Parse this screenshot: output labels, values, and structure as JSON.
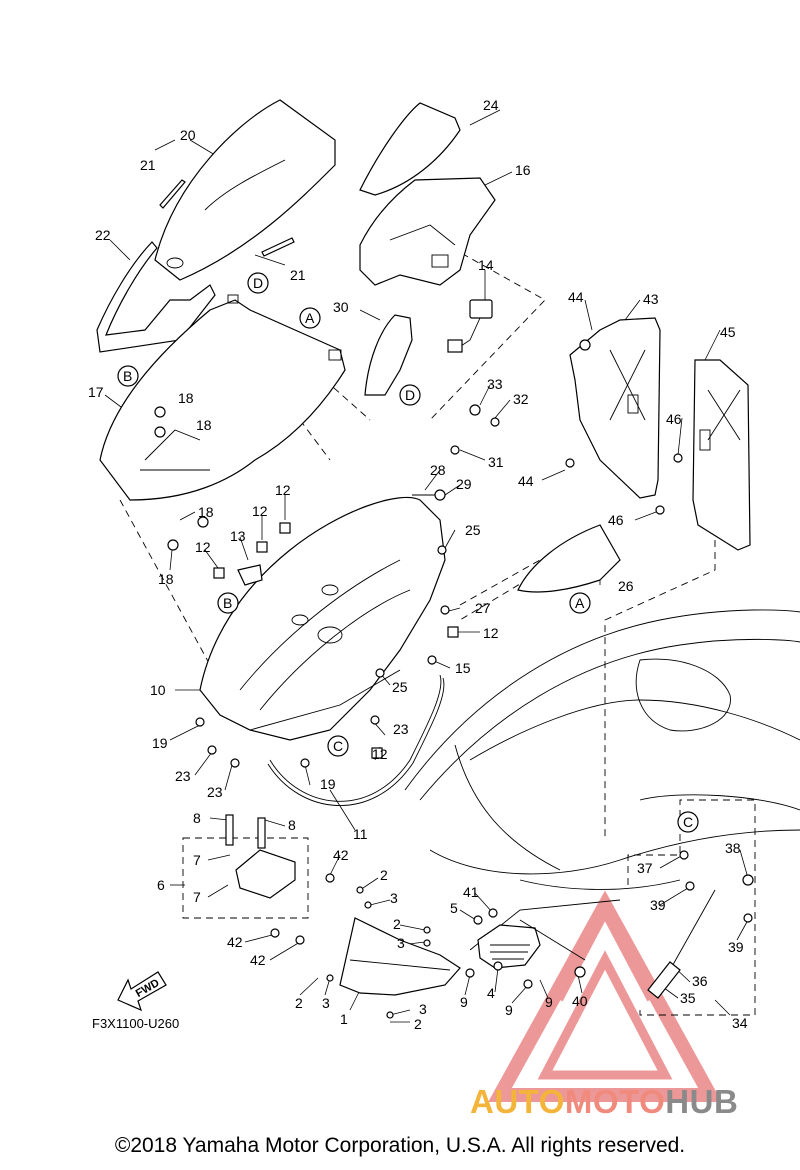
{
  "diagram": {
    "callouts": [
      {
        "id": "c20",
        "label": "20"
      },
      {
        "id": "c21a",
        "label": "21"
      },
      {
        "id": "c21b",
        "label": "21"
      },
      {
        "id": "c22",
        "label": "22"
      },
      {
        "id": "c24",
        "label": "24"
      },
      {
        "id": "c16",
        "label": "16"
      },
      {
        "id": "c14",
        "label": "14"
      },
      {
        "id": "c30",
        "label": "30"
      },
      {
        "id": "c17",
        "label": "17"
      },
      {
        "id": "c18a",
        "label": "18"
      },
      {
        "id": "c18b",
        "label": "18"
      },
      {
        "id": "c18c",
        "label": "18"
      },
      {
        "id": "c18d",
        "label": "18"
      },
      {
        "id": "c33",
        "label": "33"
      },
      {
        "id": "c32",
        "label": "32"
      },
      {
        "id": "c31",
        "label": "31"
      },
      {
        "id": "c28",
        "label": "28"
      },
      {
        "id": "c29",
        "label": "29"
      },
      {
        "id": "c44a",
        "label": "44"
      },
      {
        "id": "c44b",
        "label": "44"
      },
      {
        "id": "c43",
        "label": "43"
      },
      {
        "id": "c45",
        "label": "45"
      },
      {
        "id": "c46a",
        "label": "46"
      },
      {
        "id": "c46b",
        "label": "46"
      },
      {
        "id": "c12a",
        "label": "12"
      },
      {
        "id": "c12b",
        "label": "12"
      },
      {
        "id": "c12c",
        "label": "12"
      },
      {
        "id": "c12d",
        "label": "12"
      },
      {
        "id": "c12e",
        "label": "12"
      },
      {
        "id": "c13",
        "label": "13"
      },
      {
        "id": "c25a",
        "label": "25"
      },
      {
        "id": "c25b",
        "label": "25"
      },
      {
        "id": "c26",
        "label": "26"
      },
      {
        "id": "c27",
        "label": "27"
      },
      {
        "id": "c15",
        "label": "15"
      },
      {
        "id": "c10",
        "label": "10"
      },
      {
        "id": "c19a",
        "label": "19"
      },
      {
        "id": "c19b",
        "label": "19"
      },
      {
        "id": "c23a",
        "label": "23"
      },
      {
        "id": "c23b",
        "label": "23"
      },
      {
        "id": "c23c",
        "label": "23"
      },
      {
        "id": "c11",
        "label": "11"
      },
      {
        "id": "c8a",
        "label": "8"
      },
      {
        "id": "c8b",
        "label": "8"
      },
      {
        "id": "c7a",
        "label": "7"
      },
      {
        "id": "c7b",
        "label": "7"
      },
      {
        "id": "c6",
        "label": "6"
      },
      {
        "id": "c42a",
        "label": "42"
      },
      {
        "id": "c42b",
        "label": "42"
      },
      {
        "id": "c42c",
        "label": "42"
      },
      {
        "id": "c2a",
        "label": "2"
      },
      {
        "id": "c3a",
        "label": "3"
      },
      {
        "id": "c2b",
        "label": "2"
      },
      {
        "id": "c3b",
        "label": "3"
      },
      {
        "id": "c2c",
        "label": "2"
      },
      {
        "id": "c3c",
        "label": "3"
      },
      {
        "id": "c3d",
        "label": "3"
      },
      {
        "id": "c2d",
        "label": "2"
      },
      {
        "id": "c1",
        "label": "1"
      },
      {
        "id": "c41",
        "label": "41"
      },
      {
        "id": "c5",
        "label": "5"
      },
      {
        "id": "c9a",
        "label": "9"
      },
      {
        "id": "c4",
        "label": "4"
      },
      {
        "id": "c9b",
        "label": "9"
      },
      {
        "id": "c9c",
        "label": "9"
      },
      {
        "id": "c40",
        "label": "40"
      },
      {
        "id": "c37",
        "label": "37"
      },
      {
        "id": "c38",
        "label": "38"
      },
      {
        "id": "c39a",
        "label": "39"
      },
      {
        "id": "c39b",
        "label": "39"
      },
      {
        "id": "c36",
        "label": "36"
      },
      {
        "id": "c35",
        "label": "35"
      },
      {
        "id": "c34",
        "label": "34"
      }
    ],
    "reference_marks": [
      {
        "id": "rA1",
        "label": "A"
      },
      {
        "id": "rA2",
        "label": "A"
      },
      {
        "id": "rB1",
        "label": "B"
      },
      {
        "id": "rB2",
        "label": "B"
      },
      {
        "id": "rC1",
        "label": "C"
      },
      {
        "id": "rC2",
        "label": "C"
      },
      {
        "id": "rD1",
        "label": "D"
      },
      {
        "id": "rD2",
        "label": "D"
      }
    ],
    "fwd_label": "FWD",
    "figure_code": "F3X1100-U260"
  },
  "watermark": {
    "auto": "AUTO",
    "moto": "MOTO",
    "hub": "HUB",
    "colors": {
      "auto": "#f4b43a",
      "moto": "#f08a7c",
      "hub": "#8a8a8a",
      "triangle": "#e04545"
    }
  },
  "copyright": "©2018 Yamaha Motor Corporation, U.S.A. All rights reserved."
}
